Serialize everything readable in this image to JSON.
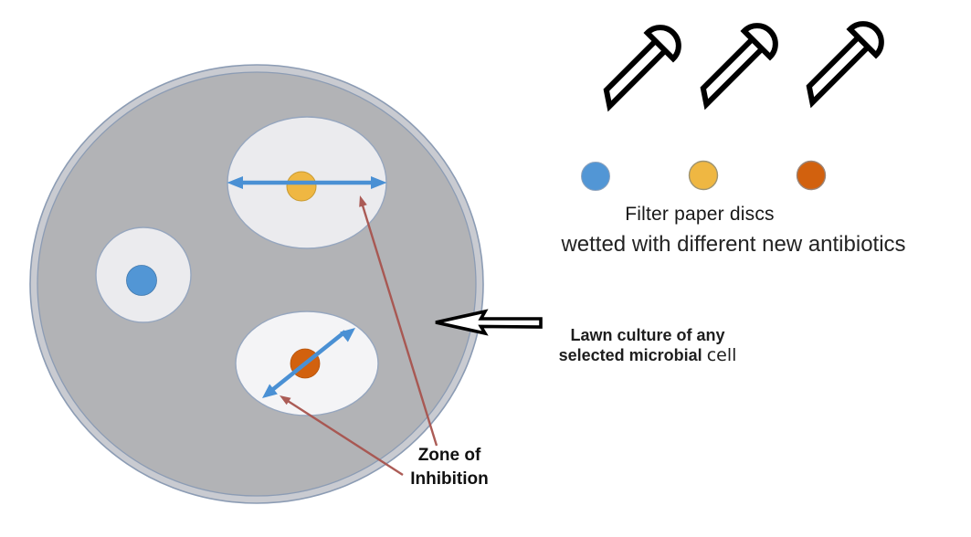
{
  "labels": {
    "filter_discs": "Filter paper discs",
    "wetted": "wetted with different new antibiotics",
    "lawn_line1": "Lawn culture of any",
    "lawn_line2": "selected microbial",
    "lawn_cell": "cell",
    "zone_line1": "Zone of",
    "zone_line2": "Inhibition"
  },
  "colors": {
    "disc_blue": "#5296D5",
    "disc_yellow": "#EFB742",
    "disc_orange": "#D2610E",
    "dish_fill": "#B2B3B6",
    "dish_rim_fill": "#C9CBD1",
    "dish_stroke": "#8C9CB4",
    "zone_fill": "#EBEBEE",
    "zone_fill_bright": "#F4F4F6",
    "zone_stroke": "#96A6BE",
    "measure_arrow_blue": "#4A90D4",
    "pointer_red": "#A8544E",
    "pin_outline": "#000000"
  },
  "petri_dish": {
    "discs": [
      {
        "color_name": "blue",
        "zone": "small",
        "diameter_marked": false
      },
      {
        "color_name": "yellow",
        "zone": "large",
        "diameter_marked": true
      },
      {
        "color_name": "orange",
        "zone": "medium",
        "diameter_marked": true
      }
    ]
  },
  "legend": {
    "pushpin_count": 3,
    "disc_colors": [
      "#5296D5",
      "#EFB742",
      "#D2610E"
    ]
  }
}
